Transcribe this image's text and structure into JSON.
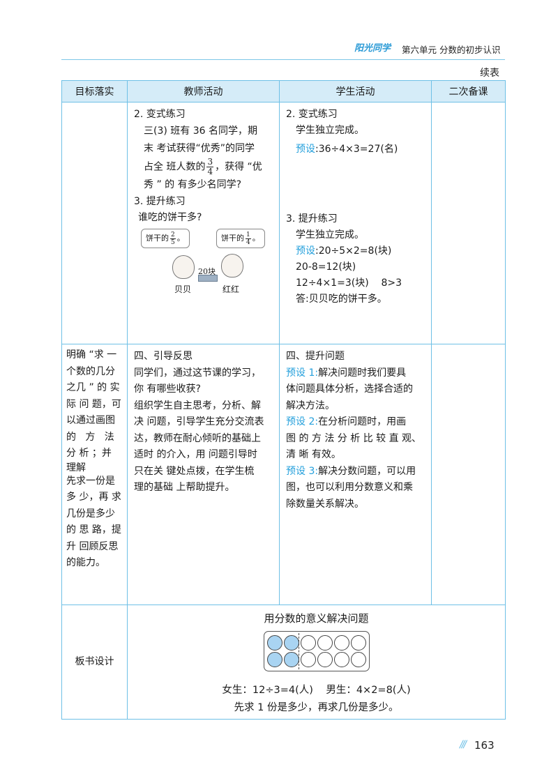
{
  "header": {
    "brand": "阳光同学",
    "unit_title": "第六单元  分数的初步认识",
    "continue_label": "续表",
    "accent_color": "#25a0dc"
  },
  "table": {
    "columns": [
      "目标落实",
      "教师活动",
      "学生活动",
      "二次备课"
    ],
    "row1": {
      "teacher": {
        "heading": "2. 变式练习",
        "problem_line1": "三(3) 班有 36 名同学，期",
        "problem_line2": "末 考试获得“优秀”的同学",
        "problem_line3_a": "占全 班人数的",
        "problem_frac_num": "3",
        "problem_frac_den": "4",
        "problem_line3_b": "，获得 “优",
        "problem_line4": "秀 ” 的 有多少名同学?",
        "heading2": "3. 提升练习",
        "question": "谁吃的饼干多?",
        "bubble_left_text": "饼干的",
        "bubble_left_num": "2",
        "bubble_left_den": "5",
        "bubble_right_text": "饼干的",
        "bubble_right_num": "1",
        "bubble_right_den": "4",
        "biscuit_count": "20块",
        "name_left": "贝贝",
        "name_right": "红红"
      },
      "student": {
        "heading": "2. 变式练习",
        "line1": "学生独立完成。",
        "preset_label": "预设",
        "preset_text": ":36÷4×3=27(名)",
        "heading2": "3. 提升练习",
        "line2": "学生独立完成。",
        "preset2_label": "预设",
        "preset2_text": ":20÷5×2=8(块)",
        "line3": "20-8=12(块)",
        "line4": "12÷4×1=3(块)    8>3",
        "line5": "答:贝贝吃的饼干多。"
      }
    },
    "row2": {
      "goal_lines": [
        "明确 “求 一",
        "个数的几分",
        "之几 ” 的 实",
        "际 问 题，可",
        "以通过画图",
        "的   方   法",
        "分 析 ；并",
        "理解",
        "先求一份是",
        "多 少，再 求",
        "几份是多少",
        "的 思 路，提",
        "升 回顾反思",
        "的能力。"
      ],
      "teacher": {
        "heading": "四、引导反思",
        "lines": [
          "同学们，通过这节课的学习，",
          "你 有哪些收获?",
          "组织学生自主思考，分析、解",
          "决 问题，引导学生充分交流表",
          "达，教师在耐心倾听的基础上",
          "适时 的介入，用 问题引导时",
          "只在关 键处点拨，在学生梳",
          "理的基础 上帮助提升。"
        ]
      },
      "student": {
        "heading": "四、提升问题",
        "p1_label": "预设 1:",
        "p1_lines": [
          "解决问题时我们要具",
          "体问题具体分析，选择合适的",
          "解决方法。"
        ],
        "p2_label": "预设 2:",
        "p2_lines": [
          "在分析问题时，用画",
          "图 的 方 法 分 析 比 较 直 观、",
          "清 晰 有效。"
        ],
        "p3_label": "预设 3:",
        "p3_lines": [
          "解决分数问题，可以用",
          "图，也可以利用分数意义和乘",
          "除数量关系解决。"
        ]
      }
    },
    "row3": {
      "label": "板书设计",
      "title": "用分数的意义解决问题",
      "circles_per_row": 6,
      "filled_per_row": 2,
      "line1": "女生：12÷3=4(人)    男生：4×2=8(人)",
      "line2": "先求 1 份是多少，再求几份是多少。"
    }
  },
  "footer": {
    "page_number": "163"
  }
}
